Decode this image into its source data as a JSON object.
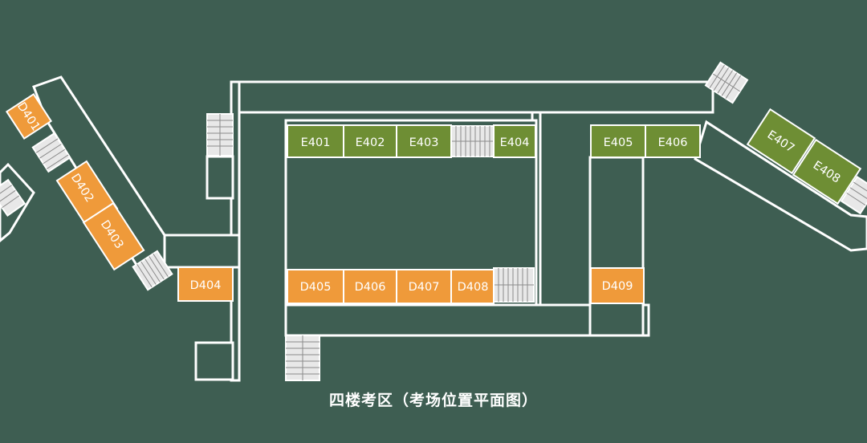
{
  "caption": "四楼考区（考场位置平面图）",
  "colors": {
    "background": "#3e5e52",
    "d_rooms": "#ef9a3a",
    "e_rooms": "#6e8e34",
    "walls": "#ffffff",
    "stairs": "#e8e8e8"
  },
  "rooms": {
    "D401": "D401",
    "D402": "D402",
    "D403": "D403",
    "D404": "D404",
    "D405": "D405",
    "D406": "D406",
    "D407": "D407",
    "D408": "D408",
    "D409": "D409",
    "E401": "E401",
    "E402": "E402",
    "E403": "E403",
    "E404": "E404",
    "E405": "E405",
    "E406": "E406",
    "E407": "E407",
    "E408": "E408"
  }
}
